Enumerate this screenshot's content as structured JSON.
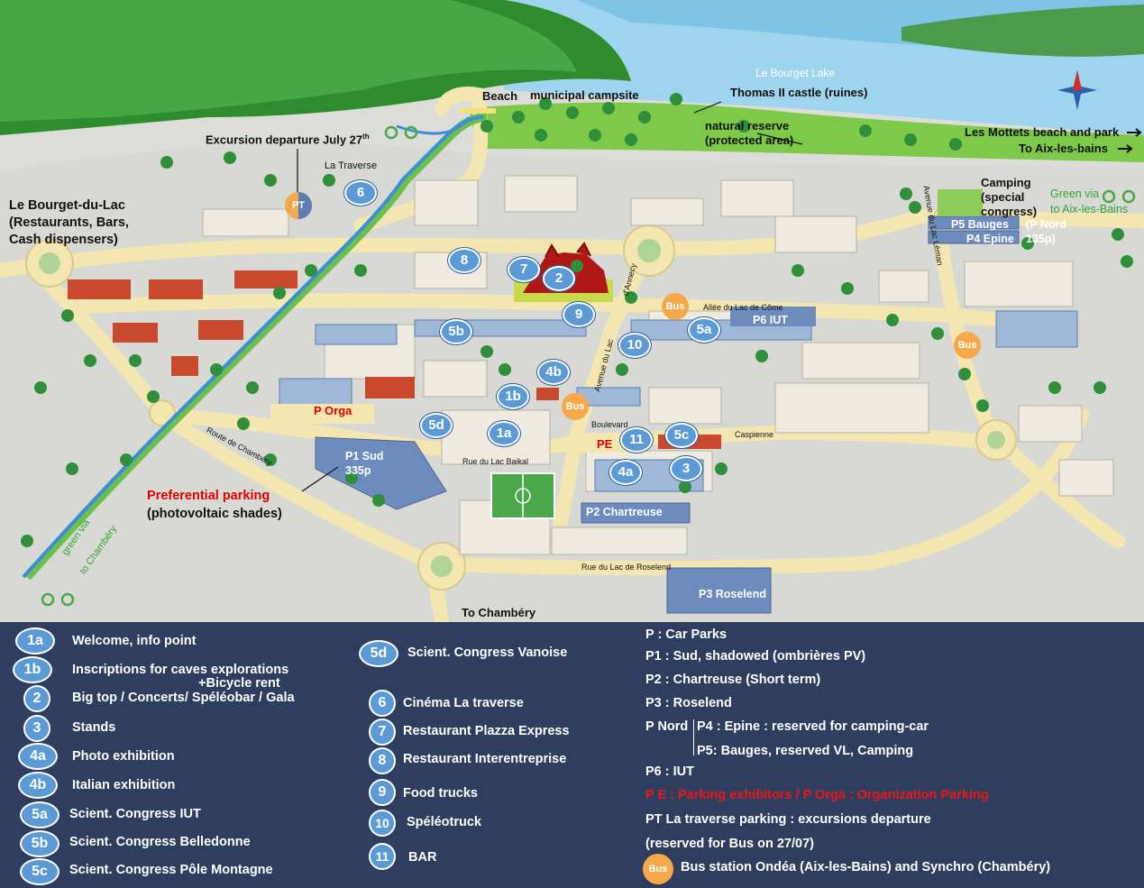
{
  "map": {
    "labels": {
      "lake": "Le Bourget Lake",
      "castle": "Thomas II castle (ruines)",
      "beach": "Beach",
      "campsite": "municipal campsite",
      "reserve_1": "natural reserve",
      "reserve_2": "(protected area)",
      "mottets": "Les Mottets beach and park",
      "aix": "To Aix-les-bains",
      "excursion": "Excursion departure July 27",
      "excursion_sup": "th",
      "traverse": "La Traverse",
      "bourget_1": "Le Bourget-du-Lac",
      "bourget_2": "(Restaurants, Bars,",
      "bourget_3": "Cash dispensers)",
      "camping_1": "Camping",
      "camping_2": "(special",
      "camping_3": "congress)",
      "green_via_1": "Green via",
      "green_via_2": "to Aix-les-Bains",
      "p5": "P5 Bauges",
      "p4": "P4 Epine",
      "pnord_1": "(P Nord",
      "pnord_2": "135p)",
      "allee_come": "Allée du Lac de Côme",
      "p6": "P6 IUT",
      "avenue_lac": "Avenue du Lac",
      "d_annecy": "d'Annecy",
      "avenue_leman": "Avenue du Lac Léman",
      "porga": "P Orga",
      "p1_1": "P1 Sud",
      "p1_2": "335p",
      "pe": "PE",
      "boulevard": "Boulevard",
      "caspienne": "Caspienne",
      "rue_baikal": "Rue du Lac Baikal",
      "route_chambery": "Route de Chambéry",
      "pref_1": "Preferential parking",
      "pref_2": "(photovoltaic shades)",
      "p2": "P2 Chartreuse",
      "rue_roselend": "Rue du Lac de Roselend",
      "p3": "P3 Roselend",
      "to_chambery": "To Chambéry",
      "green_chambery_1": "green via",
      "green_chambery_2": "to Chambéry"
    },
    "markers": {
      "m6": "6",
      "m8": "8",
      "m7": "7",
      "m2": "2",
      "m9": "9",
      "m5b": "5b",
      "m10": "10",
      "m5a": "5a",
      "m4b": "4b",
      "m1b": "1b",
      "m5d": "5d",
      "m1a": "1a",
      "m11": "11",
      "m5c": "5c",
      "m4a": "4a",
      "m3": "3"
    },
    "bus": "Bus",
    "pt": "PT"
  },
  "legend": {
    "col1": [
      {
        "badge": "1a",
        "text": "Welcome, info point"
      },
      {
        "badge": "1b",
        "text": "Inscriptions for caves explorations",
        "text2": "+Bicycle rent"
      },
      {
        "badge": "2",
        "text": "Big top / Concerts/ Spéléobar / Gala"
      },
      {
        "badge": "3",
        "text": "Stands"
      },
      {
        "badge": "4a",
        "text": "Photo exhibition"
      },
      {
        "badge": "4b",
        "text": "Italian exhibition"
      },
      {
        "badge": "5a",
        "text": "Scient. Congress  IUT"
      },
      {
        "badge": "5b",
        "text": "Scient. Congress  Belledonne"
      },
      {
        "badge": "5c",
        "text": "Scient. Congress Pôle Montagne"
      }
    ],
    "col2": [
      {
        "badge": "5d",
        "text": "Scient. Congress Vanoise"
      },
      {
        "badge": "6",
        "text": "Cinéma La traverse"
      },
      {
        "badge": "7",
        "text": "Restaurant Plazza Express"
      },
      {
        "badge": "8",
        "text": "Restaurant Interentreprise"
      },
      {
        "badge": "9",
        "text": "Food trucks"
      },
      {
        "badge": "10",
        "text": "Spéléotruck"
      },
      {
        "badge": "11",
        "text": "BAR"
      }
    ],
    "col3": {
      "p": "P : Car Parks",
      "p1": "P1 : Sud, shadowed  (ombrières PV)",
      "p2": "P2 : Chartreuse (Short term)",
      "p3": "P3 : Roselend",
      "pnord": "P Nord",
      "p4": "P4 : Epine : reserved for camping-car",
      "p5": "P5: Bauges, reserved VL, Camping",
      "p6": "P6 : IUT",
      "pe": "P E : Parking exhibitors / P Orga : Organization Parking",
      "pt1": "PT  La traverse parking : excursions departure",
      "pt2": "(reserved for Bus on 27/07)",
      "bus_badge": "Bus",
      "bus": "Bus station Ondéa (Aix-les-Bains) and Synchro (Chambéry)"
    }
  }
}
